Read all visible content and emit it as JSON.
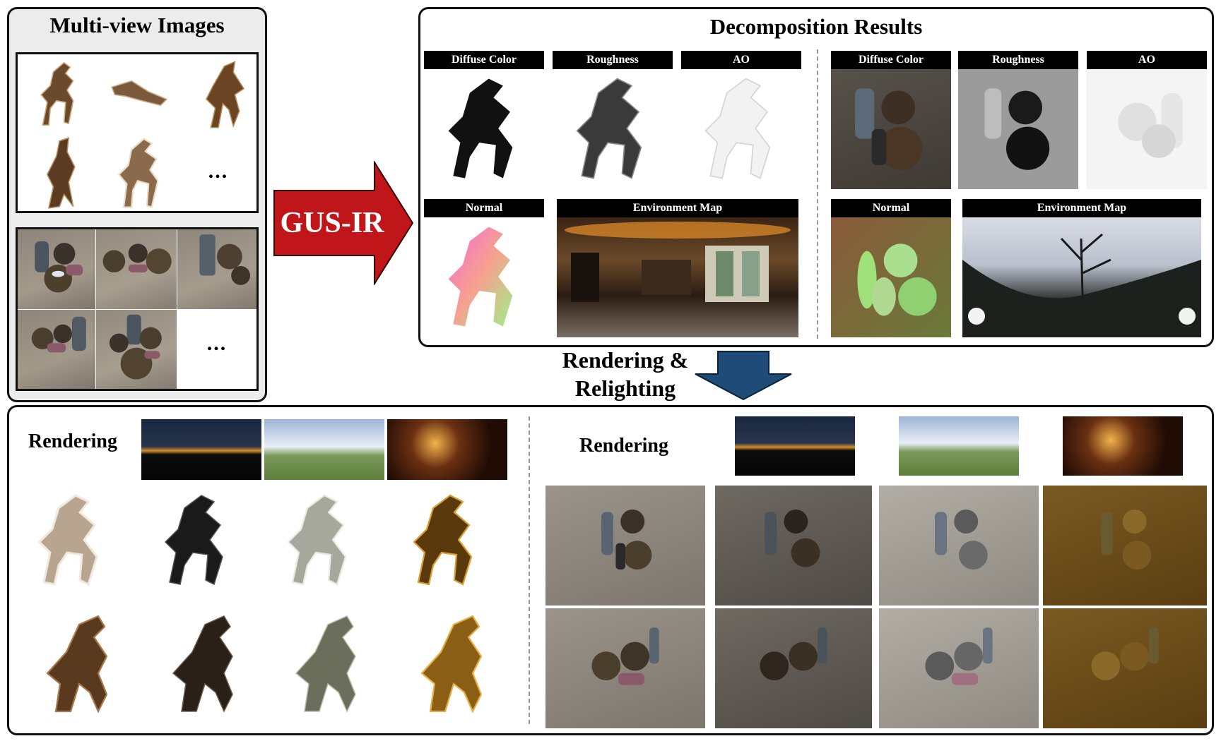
{
  "multiview": {
    "title": "Multi-view Images",
    "ellipsis_objects": "...",
    "ellipsis_scenes": "..."
  },
  "method": {
    "label": "GUS-IR",
    "color": "#c0161a"
  },
  "decomposition": {
    "title": "Decomposition Results",
    "left": {
      "diffuse": "Diffuse Color",
      "roughness": "Roughness",
      "ao": "AO",
      "normal": "Normal",
      "envmap": "Environment Map"
    },
    "right": {
      "diffuse": "Diffuse Color",
      "roughness": "Roughness",
      "ao": "AO",
      "normal": "Normal",
      "envmap": "Environment Map"
    }
  },
  "flow": {
    "label_line1": "Rendering &",
    "label_line2": "Relighting",
    "arrow_color": "#1f4b78"
  },
  "rendering": {
    "left_label": "Rendering",
    "right_label": "Rendering"
  },
  "icons": [
    "horse-silhouette-icon",
    "sphere-icon",
    "arrow-right-icon",
    "arrow-down-icon",
    "hdr-panorama-icon"
  ]
}
